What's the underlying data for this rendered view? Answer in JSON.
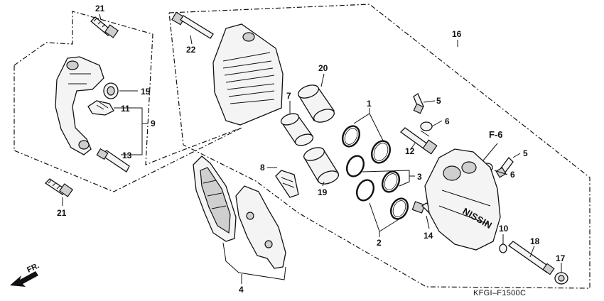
{
  "diagram": {
    "labels": {
      "n1": "1",
      "n2": "2",
      "n3": "3",
      "n4": "4",
      "n5a": "5",
      "n5b": "5",
      "n6a": "6",
      "n6b": "6",
      "n7": "7",
      "n8": "8",
      "n9": "9",
      "n10": "10",
      "n11": "11",
      "n12": "12",
      "n13": "13",
      "n14": "14",
      "n15": "15",
      "n16": "16",
      "n17": "17",
      "n18": "18",
      "n19": "19",
      "n20": "20",
      "n21a": "21",
      "n21b": "21",
      "n22": "22"
    },
    "section_ref": "F-6",
    "direction": "FR.",
    "drawing_code": "KFGI–F1500C"
  }
}
